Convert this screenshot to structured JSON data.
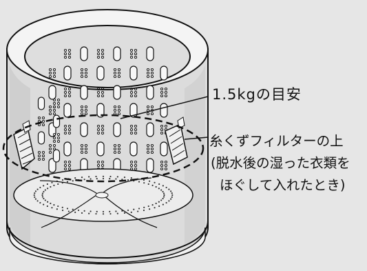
{
  "labels": {
    "capacity": "1.5kgの目安",
    "filter_line1": "糸くずフィルターの上",
    "filter_line2": "(脱水後の湿った衣類を",
    "filter_line3": "ほぐして入れたとき)"
  }
}
